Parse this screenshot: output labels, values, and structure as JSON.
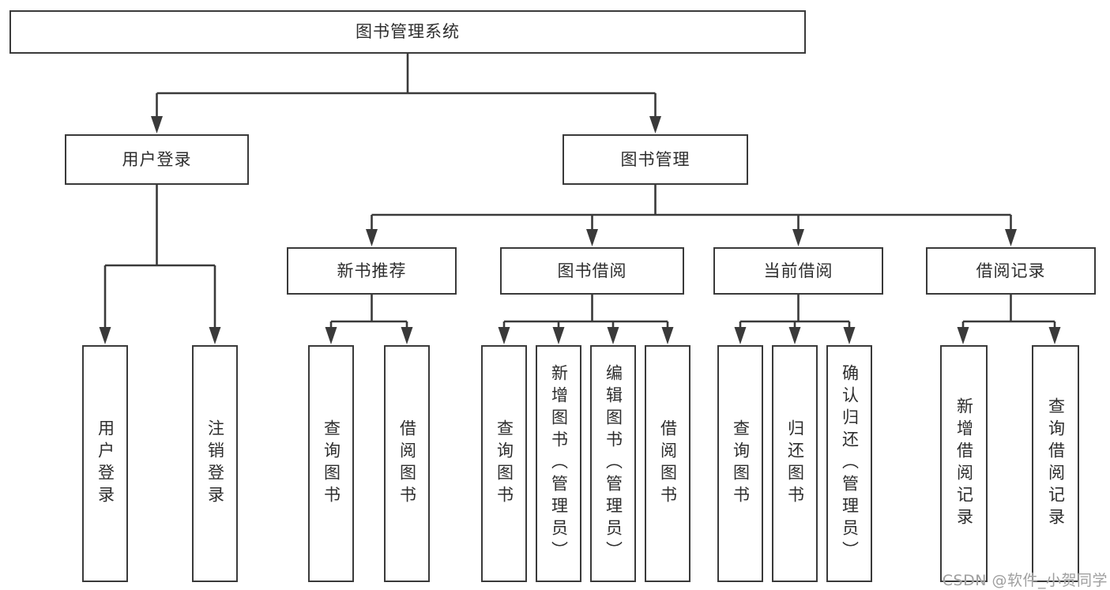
{
  "diagram": {
    "nodes": {
      "root": "图书管理系统",
      "user_login": "用户登录",
      "book_management": "图书管理",
      "new_book_recommend": "新书推荐",
      "book_borrowing": "图书借阅",
      "current_borrowing": "当前借阅",
      "borrowing_records": "借阅记录",
      "leaf_user_login": "用户登录",
      "leaf_logout": "注销登录",
      "leaf_query_book_recommend": "查询图书",
      "leaf_borrow_book_recommend": "借阅图书",
      "leaf_query_book_borrowing": "查询图书",
      "leaf_add_book_admin": "新增图书（管理员）",
      "leaf_edit_book_admin": "编辑图书（管理员）",
      "leaf_borrow_book_borrowing": "借阅图书",
      "leaf_query_book_current": "查询图书",
      "leaf_return_book": "归还图书",
      "leaf_confirm_return_admin": "确认归还（管理员）",
      "leaf_add_borrow_record": "新增借阅记录",
      "leaf_query_borrow_record": "查询借阅记录"
    },
    "watermark": "CSDN @软件_小贺同学",
    "line_color": "#3a3a3a",
    "box_background": "#ffffff"
  }
}
